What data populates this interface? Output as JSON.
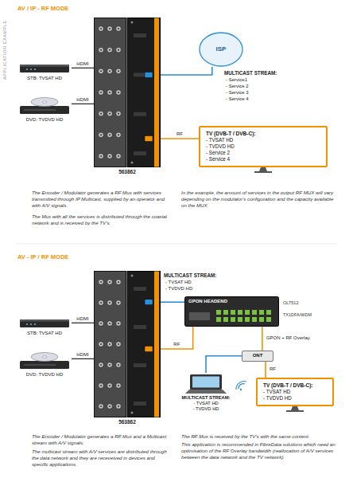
{
  "diagram": {
    "nodes": [
      {
        "text": [
          "STB: TVSAT HD"
        ]
      },
      {
        "text": [
          "DVD: TVDVD HD"
        ]
      },
      {
        "text": [
          "563862"
        ]
      },
      {
        "text": [
          "ISP"
        ]
      },
      {
        "text": [
          "TV (DVB-T / DVB-C):",
          "- TVSAT HD",
          "- TVDVD HD",
          "- Service 2",
          "- Service 4"
        ]
      },
      {
        "text": [
          "STB: TVSAT HD"
        ]
      },
      {
        "text": [
          "DVD: TVDVD HD"
        ]
      },
      {
        "text": [
          "563862"
        ]
      },
      {
        "text": [
          "GPON HEADEND",
          "OLT512",
          "TX1DFA/WDM"
        ]
      },
      {
        "text": [
          "ONT"
        ]
      },
      {
        "text": [
          "MULTICAST STREAM:",
          "- TVSAT HD",
          "- TVDVD HD"
        ]
      },
      {
        "text": [
          "TV (DVB-T / DVB-C):",
          "- TVSAT HD",
          "- TVDVD HD"
        ]
      }
    ],
    "edges": [
      {
        "from": 0,
        "to": 2,
        "label": "HDMI",
        "arrow": "none"
      },
      {
        "from": 1,
        "to": 2,
        "label": "HDMI",
        "arrow": "none"
      },
      {
        "from": 3,
        "to": 2,
        "arrow": "none"
      },
      {
        "from": 2,
        "to": 4,
        "label": "RF",
        "arrow": "none"
      },
      {
        "from": 5,
        "to": 7,
        "label": "HDMI",
        "arrow": "none"
      },
      {
        "from": 6,
        "to": 7,
        "label": "HDMI",
        "arrow": "none"
      },
      {
        "from": 7,
        "to": 8,
        "arrow": "none"
      },
      {
        "from": 7,
        "to": 8,
        "label": "RF",
        "arrow": "none"
      },
      {
        "from": 8,
        "to": 9,
        "label": "GPON + RF Overlay",
        "arrow": "none"
      },
      {
        "from": 9,
        "to": 10,
        "arrow": "none"
      },
      {
        "from": 9,
        "to": 11,
        "label": "RF",
        "arrow": "none"
      }
    ],
    "labels": [
      "APPLICATION EXAMPLE",
      "AV / IP - RF MODE",
      "MULTICAST STREAM:",
      "- Service1",
      "- Service 2",
      "- Service 3",
      "- Service 4",
      "The Encoder / Modulator generates a RF Mux with services transmitted through IP Multicast, supplied by an operator and with A/V signals.",
      "The Mux with all the services is distributed through the coaxial network and is received by the TV's.",
      "In the example, the amount of services in the output RF MUX will vary depending on the modulator's configuration and the capacity available on the MUX.",
      "AV - IP / RF MODE",
      "MULTICAST STREAM:",
      "- TVSAT HD",
      "- TVDVD HD",
      "The Encoder / Modulator generates a RF Mux and a Multicast stream with A/V signals.",
      "The multicast stream with A/V services are distributed through the data network and they are receveived in devices and specific applications.",
      "The RF Mux is received by the TV's with the same content.",
      "This application is recommended in FibreData solutions which need an optimisation of the RF Overlay bandwidth (reallocation of A/V services between the data network and the TV network)."
    ]
  }
}
